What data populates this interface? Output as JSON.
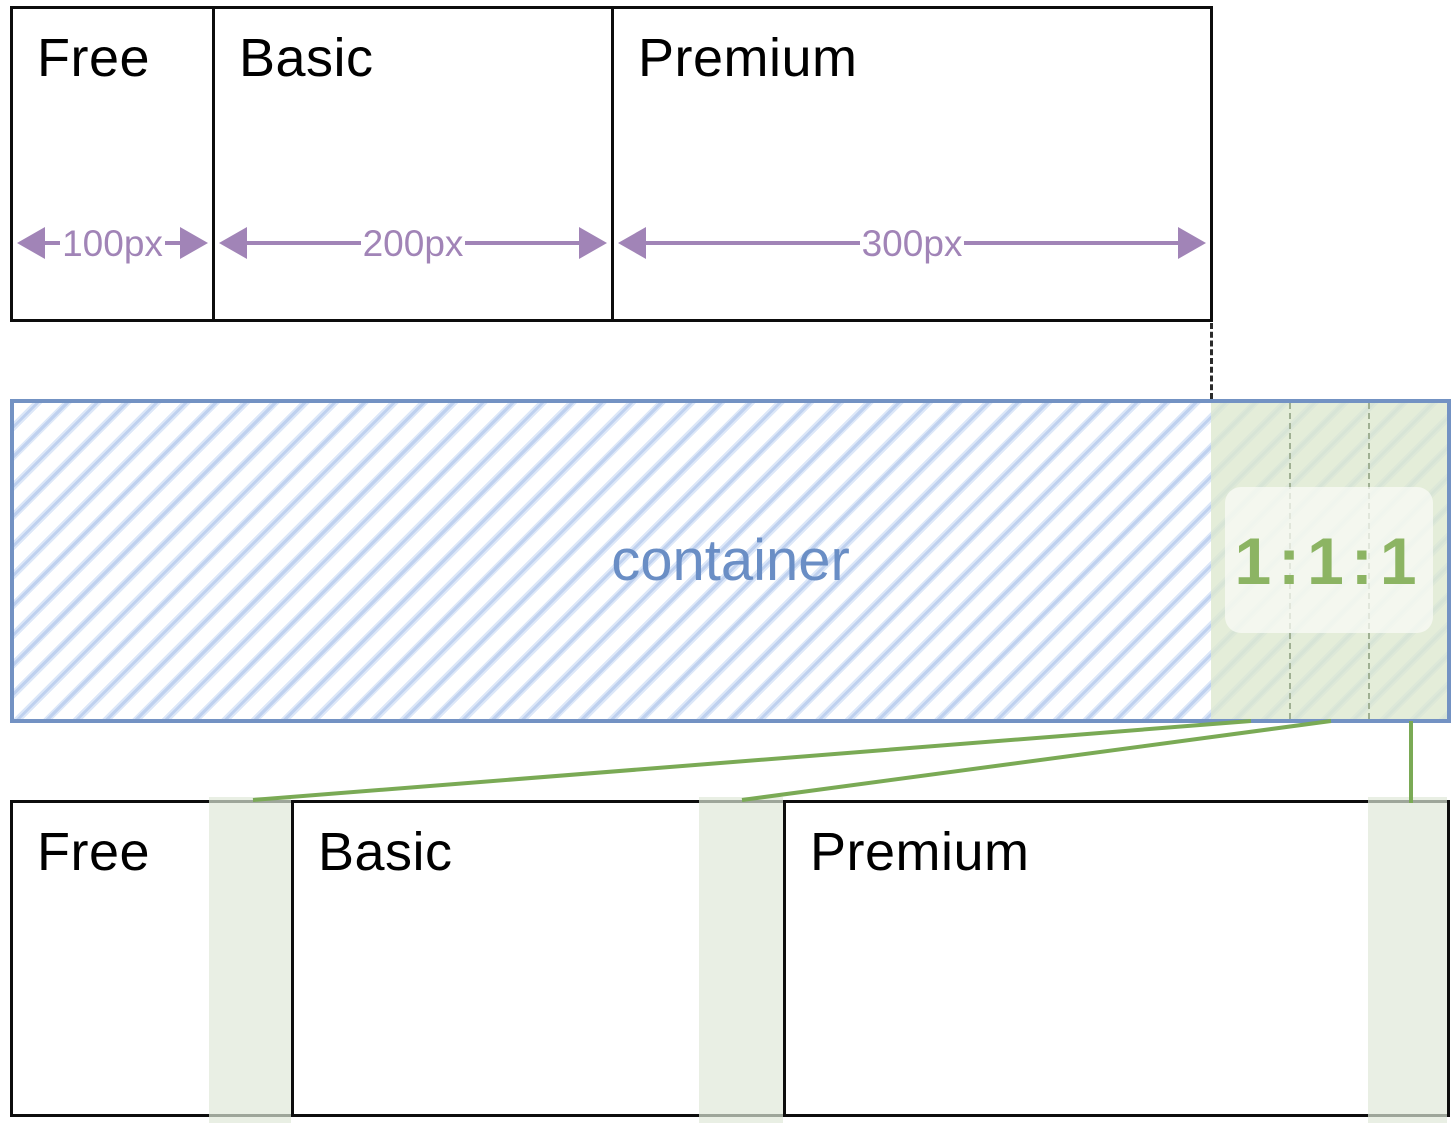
{
  "diagram": {
    "top_row": {
      "items": [
        {
          "label": "Free",
          "width_label": "100px"
        },
        {
          "label": "Basic",
          "width_label": "200px"
        },
        {
          "label": "Premium",
          "width_label": "300px"
        }
      ]
    },
    "container": {
      "label": "container",
      "ratio_label": "1:1:1"
    },
    "bottom_row": {
      "items": [
        {
          "label": "Free"
        },
        {
          "label": "Basic"
        },
        {
          "label": "Premium"
        }
      ]
    },
    "colors": {
      "arrow_purple": "#a184b7",
      "box_border_black": "#0d0d0d",
      "container_border_blue": "#7392c3",
      "container_text_blue": "#6a8ec5",
      "hatch_blue": "#bfd1ef",
      "leftover_zone_green": "#dde8cf",
      "ratio_text_green": "#8cb463",
      "connector_green": "#7aaa55",
      "gap_fill_green": "#e9efe4"
    }
  }
}
